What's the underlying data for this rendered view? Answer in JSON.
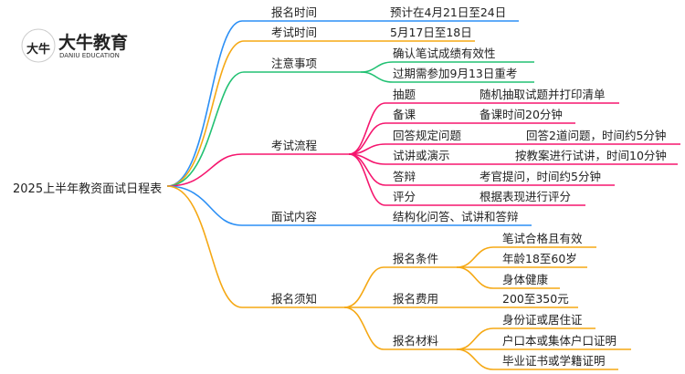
{
  "logo": {
    "cn": "大牛教育",
    "en": "DANIU EDUCATION",
    "mark": "大牛"
  },
  "root": "2025上半年教资面试日程表",
  "colors": {
    "blue": "#2b8ff5",
    "orange": "#f5a814",
    "green": "#22c173",
    "pink": "#f5166e"
  },
  "b1": {
    "label": "报名时间",
    "leaf": "预计在4月21日至24日"
  },
  "b2": {
    "label": "考试时间",
    "leaf": "5月17日至18日"
  },
  "b3": {
    "label": "注意事项",
    "leaves": [
      "确认笔试成绩有效性",
      "过期需参加9月13日重考"
    ]
  },
  "b4": {
    "label": "考试流程",
    "items": [
      {
        "label": "抽题",
        "leaf": "随机抽取试题并打印清单"
      },
      {
        "label": "备课",
        "leaf": "备课时间20分钟"
      },
      {
        "label": "回答规定问题",
        "leaf": "回答2道问题，时间约5分钟"
      },
      {
        "label": "试讲或演示",
        "leaf": "按教案进行试讲，时间10分钟"
      },
      {
        "label": "答辩",
        "leaf": "考官提问，时间约5分钟"
      },
      {
        "label": "评分",
        "leaf": "根据表现进行评分"
      }
    ]
  },
  "b5": {
    "label": "面试内容",
    "leaf": "结构化问答、试讲和答辩"
  },
  "b6": {
    "label": "报名须知",
    "items": [
      {
        "label": "报名条件",
        "leaves": [
          "笔试合格且有效",
          "年龄18至60岁",
          "身体健康"
        ]
      },
      {
        "label": "报名费用",
        "leaf": "200至350元"
      },
      {
        "label": "报名材料",
        "leaves": [
          "身份证或居住证",
          "户口本或集体户口证明",
          "毕业证书或学籍证明"
        ]
      }
    ]
  }
}
